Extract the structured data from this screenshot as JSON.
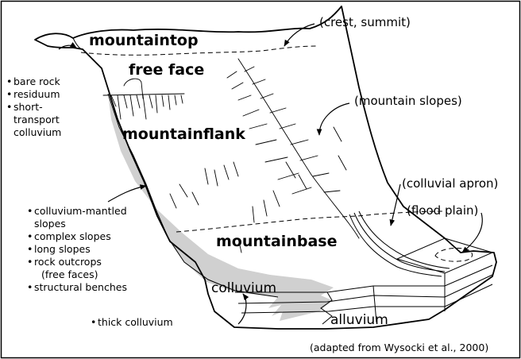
{
  "zones": {
    "mountaintop": "mountaintop",
    "free_face": "free face",
    "mountainflank": "mountainflank",
    "mountainbase": "mountainbase"
  },
  "annotations": {
    "crest": "(crest, summit)",
    "mountain_slopes": "(mountain slopes)",
    "colluvial_apron": "(colluvial apron)",
    "flood_plain": "(flood plain)"
  },
  "mountaintop_notes": [
    "bare rock",
    "residuum",
    "short-",
    "transport",
    "colluvium"
  ],
  "mountainflank_notes": [
    "colluvium-mantled",
    "slopes",
    "complex slopes",
    "long slopes",
    "rock outcrops",
    "(free faces)",
    "structural benches"
  ],
  "thick_note": "thick colluvium",
  "deposits": {
    "colluvium": "colluvium",
    "alluvium": "alluvium"
  },
  "credit": "(adapted from Wysocki et al., 2000)",
  "colors": {
    "colluvium_fill": "#d0d0d0",
    "line": "#000000",
    "background": "#ffffff"
  }
}
